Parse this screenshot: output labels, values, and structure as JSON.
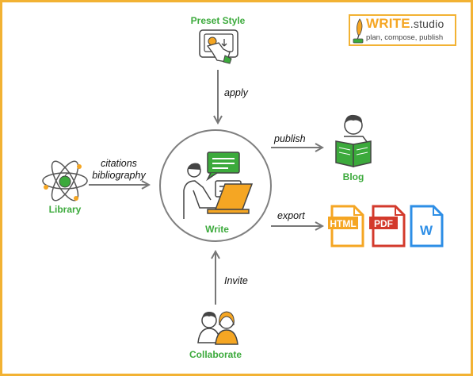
{
  "brand": {
    "name_main": "WRITE",
    "name_suffix": ".studio",
    "tagline": "plan, compose, publish",
    "accent_color": "#f5a623"
  },
  "nodes": {
    "preset_style": "Preset Style",
    "library": "Library",
    "write": "Write",
    "blog": "Blog",
    "collaborate": "Collaborate"
  },
  "edges": {
    "apply": "apply",
    "citations_line1": "citations",
    "citations_line2": "bibliography",
    "publish": "publish",
    "export": "export",
    "invite": "Invite"
  },
  "exports": {
    "html": "HTML",
    "pdf": "PDF",
    "word": "W"
  },
  "colors": {
    "frame": "#f2b233",
    "node_label": "#3caa3c",
    "arrow": "#777777",
    "html_doc": "#f5a623",
    "pdf_doc": "#d33a2c",
    "word_doc": "#2d8ee6"
  }
}
